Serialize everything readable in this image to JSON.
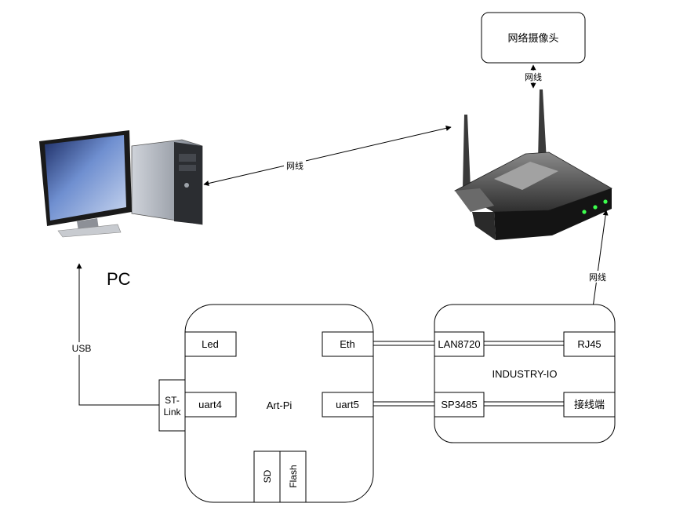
{
  "camera": {
    "label": "网络摄像头"
  },
  "links": {
    "camera_router": "网线",
    "pc_router": "网线",
    "router_rj45": "网线",
    "usb": "USB"
  },
  "pc": {
    "label": "PC"
  },
  "artpi": {
    "title": "Art-Pi",
    "led": "Led",
    "eth": "Eth",
    "uart4": "uart4",
    "uart5": "uart5",
    "stlink_line1": "ST-",
    "stlink_line2": "Link",
    "sd": "SD",
    "flash": "Flash"
  },
  "industry": {
    "title": "INDUSTRY-IO",
    "lan8720": "LAN8720",
    "rj45": "RJ45",
    "sp3485": "SP3485",
    "terminal": "接线端"
  },
  "icons": [
    "desktop-computer-icon",
    "wifi-router-icon"
  ]
}
